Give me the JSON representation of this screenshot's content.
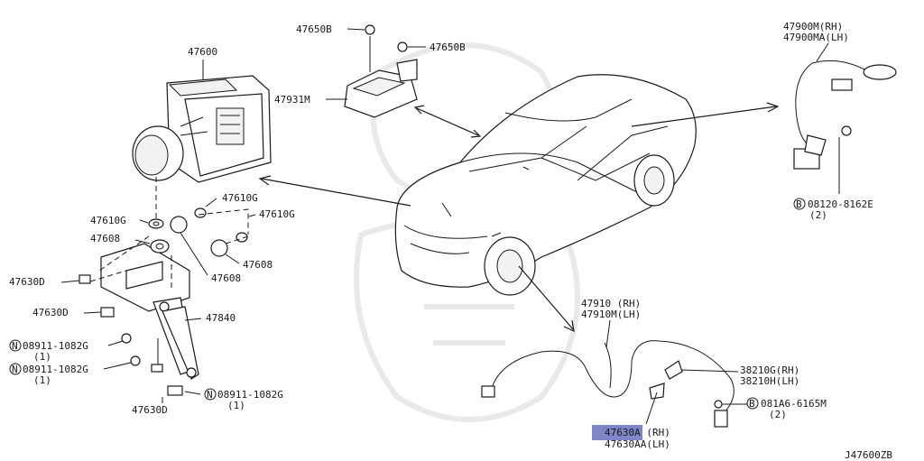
{
  "diagram_id": "J47600ZB",
  "highlight_color": "#7e86c8",
  "labels": {
    "p47600": "47600",
    "p47650b_1": "47650B",
    "p47650b_2": "47650B",
    "p47931m": "47931M",
    "p47900m": "47900M(RH)",
    "p47900ma": "47900MA(LH)",
    "p08120": "08120-8162E",
    "p08120_qty": "(2)",
    "p47610g_1": "47610G",
    "p47610g_2": "47610G",
    "p47610g_3": "47610G",
    "p47608_1": "47608",
    "p47608_2": "47608",
    "p47608_3": "47608",
    "p47630d_1": "47630D",
    "p47630d_2": "47630D",
    "p47630d_3": "47630D",
    "p47840": "47840",
    "p08911_1": "08911-1082G",
    "p08911_1_qty": "(1)",
    "p08911_2": "08911-1082G",
    "p08911_2_qty": "(1)",
    "p08911_3": "08911-1082G",
    "p08911_3_qty": "(1)",
    "p47910": "47910 (RH)",
    "p47910m": "47910M(LH)",
    "p38210g": "38210G(RH)",
    "p38210h": "38210H(LH)",
    "p081a6": "081A6-6165M",
    "p081a6_qty": "(2)",
    "p47630a": "47630A (RH)",
    "p47630aa": "47630AA(LH)"
  },
  "symbols": {
    "n": "N",
    "b": "B"
  }
}
